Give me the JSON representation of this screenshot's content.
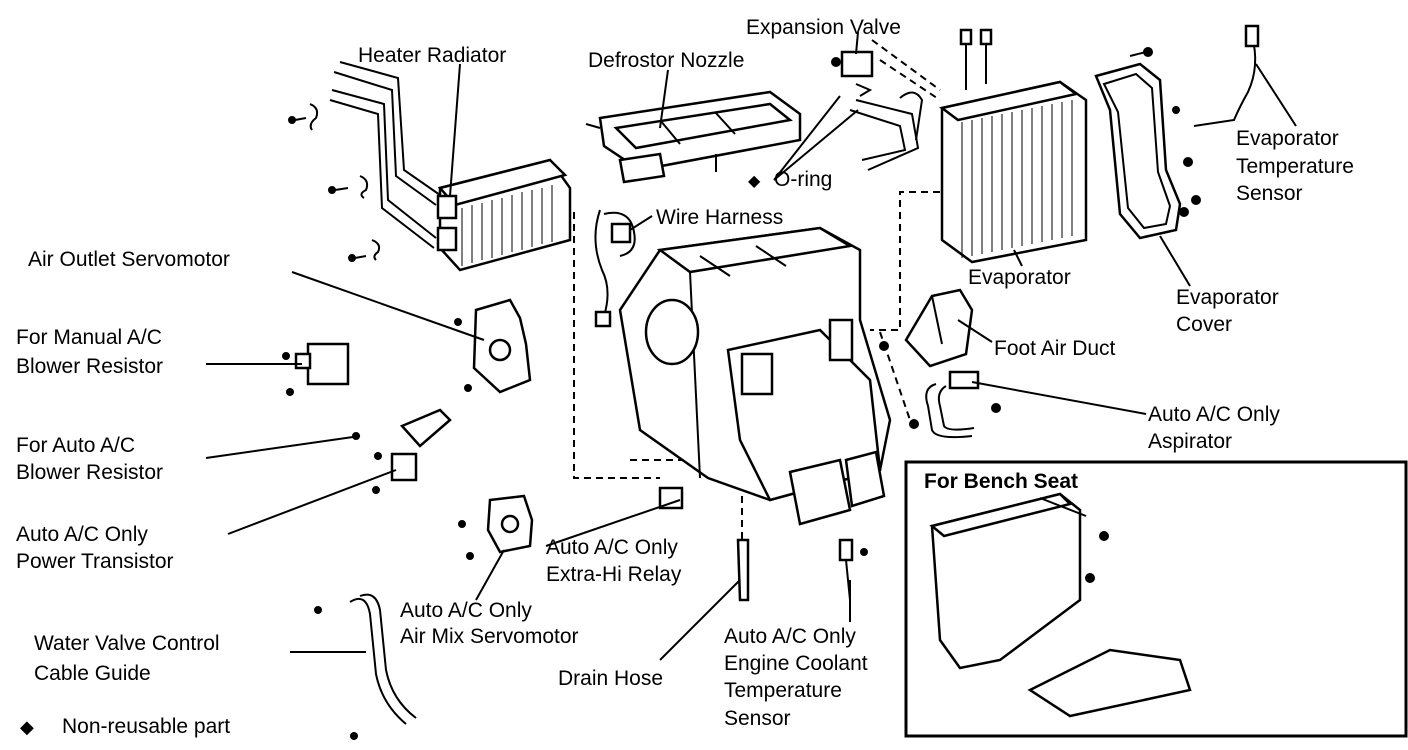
{
  "labels": {
    "heater_radiator": "Heater Radiator",
    "defrostor_nozzle": "Defrostor Nozzle",
    "expansion_valve": "Expansion Valve",
    "o_ring": "O-ring",
    "evaporator_temp_sensor": [
      "Evaporator",
      "Temperature",
      "Sensor"
    ],
    "wire_harness": "Wire Harness",
    "air_outlet_servomotor": "Air Outlet Servomotor",
    "evaporator": "Evaporator",
    "evaporator_cover": [
      "Evaporator",
      "Cover"
    ],
    "manual_blower_resistor": [
      "For Manual A/C",
      "Blower Resistor"
    ],
    "foot_air_duct": "Foot Air Duct",
    "aspirator": [
      "Auto A/C Only",
      "Aspirator"
    ],
    "auto_blower_resistor": [
      "For Auto A/C",
      "Blower Resistor"
    ],
    "bench_seat": "For Bench Seat",
    "power_transistor": [
      "Auto A/C Only",
      "Power Transistor"
    ],
    "extra_hi_relay": [
      "Auto A/C Only",
      "Extra-Hi Relay"
    ],
    "air_mix_servomotor": [
      "Auto A/C Only",
      "Air Mix Servomotor"
    ],
    "water_valve_cable_guide": [
      "Water Valve Control",
      "Cable Guide"
    ],
    "drain_hose": "Drain Hose",
    "coolant_temp_sensor": [
      "Auto A/C Only",
      "Engine Coolant",
      "Temperature",
      "Sensor"
    ]
  },
  "legend": {
    "symbol": "◆",
    "text": "Non-reusable part"
  }
}
